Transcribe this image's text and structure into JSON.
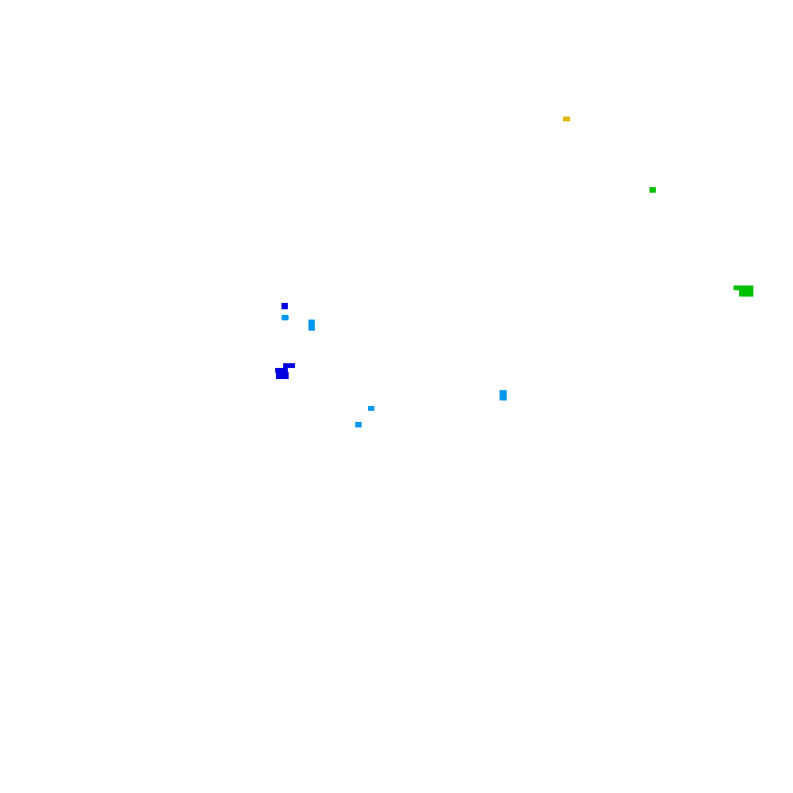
{
  "background": "#ffffff",
  "colors": {
    "yellow": "#e0b800",
    "green": "#00c000",
    "blue": "#0000e0",
    "light_blue": "#0099ee"
  },
  "marks": [
    {
      "id": "yellow-mark",
      "color": "yellow"
    },
    {
      "id": "green-mark-small",
      "color": "green"
    },
    {
      "id": "green-mark-large",
      "color": "green"
    },
    {
      "id": "blue-mark-small",
      "color": "blue"
    },
    {
      "id": "light-blue-mark-1",
      "color": "light_blue"
    },
    {
      "id": "light-blue-mark-2",
      "color": "light_blue"
    },
    {
      "id": "blue-mark-large",
      "color": "blue"
    },
    {
      "id": "light-blue-mark-3",
      "color": "light_blue"
    },
    {
      "id": "light-blue-mark-4",
      "color": "light_blue"
    },
    {
      "id": "light-blue-mark-5",
      "color": "light_blue"
    }
  ]
}
